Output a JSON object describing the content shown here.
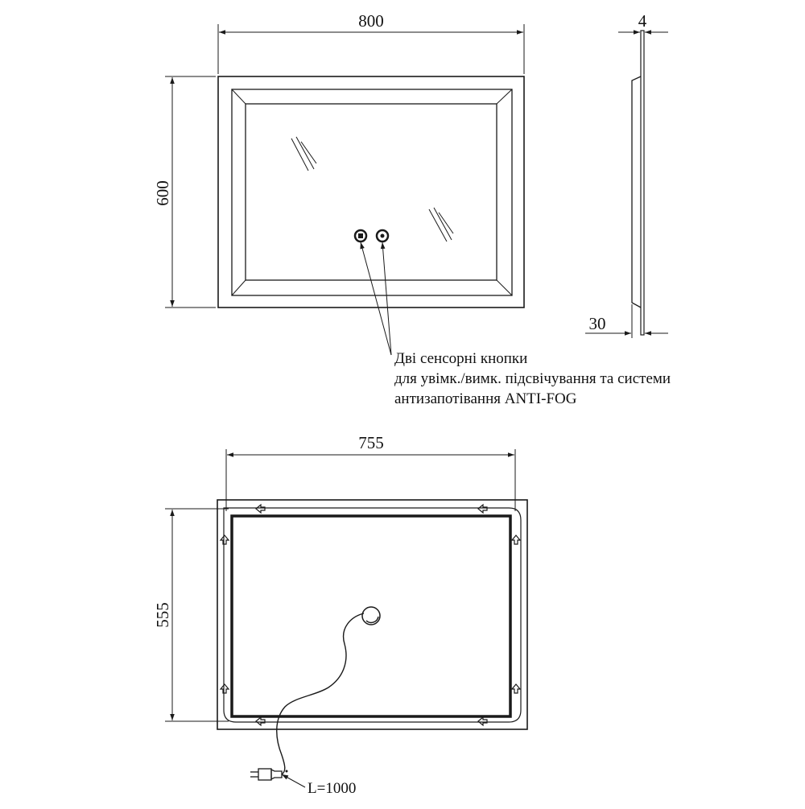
{
  "front_view": {
    "width_label": "800",
    "height_label": "600"
  },
  "side_view": {
    "thickness_label": "4",
    "depth_label": "30"
  },
  "touch_buttons_note": {
    "line1": "Дві сенсорні кнопки",
    "line2": "для увімк./вимк. підсвічування та системи",
    "line3": "антизапотівання ANTI-FOG"
  },
  "rear_view": {
    "width_label": "755",
    "height_label": "555",
    "cable_label": "L=1000"
  }
}
